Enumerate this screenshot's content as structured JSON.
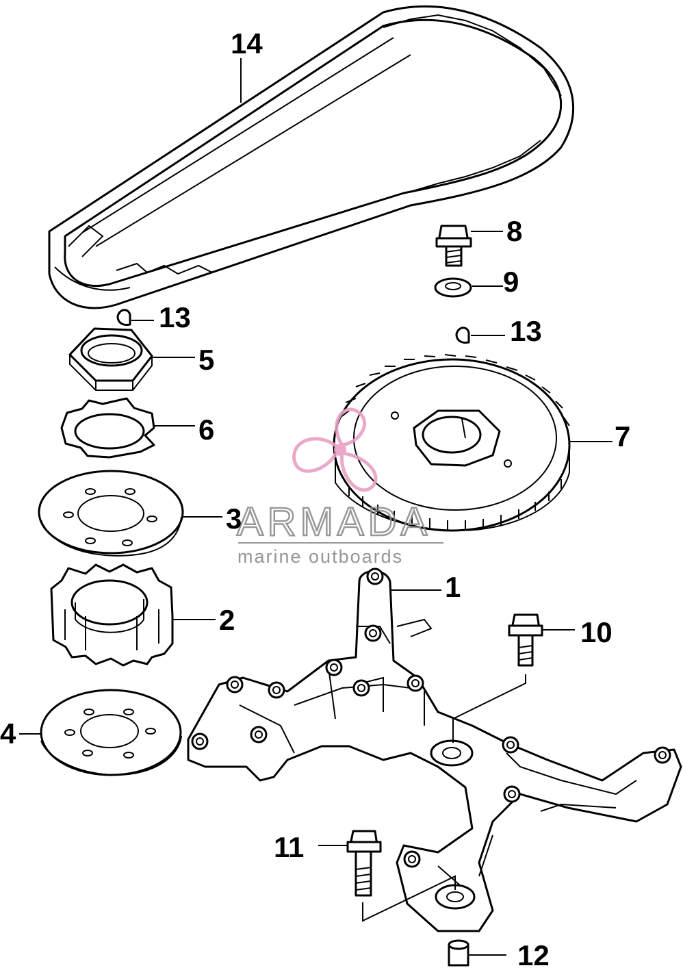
{
  "diagram": {
    "parts": [
      {
        "id": "belt",
        "label": "14"
      },
      {
        "id": "bolt-upper",
        "label": "8"
      },
      {
        "id": "washer",
        "label": "9"
      },
      {
        "id": "key-left",
        "label": "13"
      },
      {
        "id": "key-right",
        "label": "13"
      },
      {
        "id": "nut",
        "label": "5"
      },
      {
        "id": "lock-washer",
        "label": "6"
      },
      {
        "id": "driven-pulley",
        "label": "7"
      },
      {
        "id": "plate-upper",
        "label": "3"
      },
      {
        "id": "bracket",
        "label": "1"
      },
      {
        "id": "drive-pulley",
        "label": "2"
      },
      {
        "id": "bolt-bracket-right",
        "label": "10"
      },
      {
        "id": "plate-lower",
        "label": "4"
      },
      {
        "id": "bolt-bracket-lower",
        "label": "11"
      },
      {
        "id": "dowel-pin",
        "label": "12"
      }
    ]
  },
  "watermark": {
    "brand": "ARMADA",
    "tagline": "marine outboards",
    "logo_color": "#e8a0c4",
    "text_color": "#8d8d8d"
  }
}
